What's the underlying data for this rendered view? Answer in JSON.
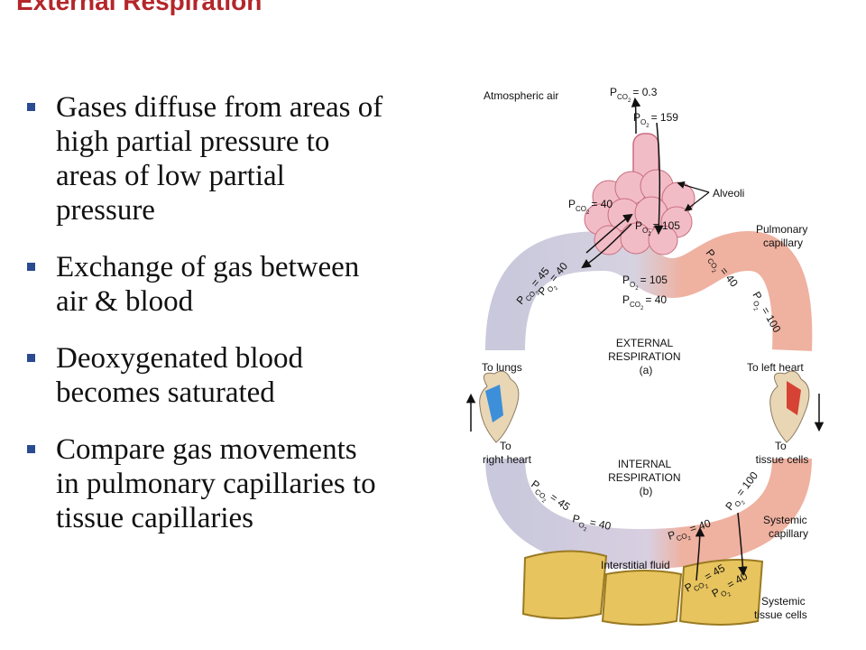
{
  "title": "External Respiration",
  "bullets": [
    {
      "lines": [
        "Gases diffuse from areas of",
        "high partial pressure to",
        "areas of low partial",
        "pressure"
      ]
    },
    {
      "lines": [
        "Exchange of gas between",
        "air & blood"
      ]
    },
    {
      "lines": [
        "Deoxygenated blood",
        "becomes saturated"
      ]
    },
    {
      "lines": [
        "Compare gas movements",
        "in pulmonary capillaries to",
        "tissue capillaries"
      ]
    }
  ],
  "diagram": {
    "atmospheric_air": "Atmospheric air",
    "atm_pco2": "= 0.3",
    "atm_po2": "= 159",
    "alveoli": "Alveoli",
    "alv_pco2": "= 40",
    "alv_po2": "= 105",
    "pulmonary_capillary": [
      "Pulmonary",
      "capillary"
    ],
    "pulm_left_pco2": "= 45",
    "pulm_left_po2": "= 40",
    "pulm_mid_po2": "= 105",
    "pulm_mid_pco2": "= 40",
    "pulm_right_pco2": "= 40",
    "pulm_right_po2": "= 100",
    "external_respiration": [
      "EXTERNAL",
      "RESPIRATION",
      "(a)"
    ],
    "to_lungs": "To lungs",
    "to_left_heart": "To left heart",
    "to_right_heart": [
      "To",
      "right heart"
    ],
    "to_tissue_cells": [
      "To",
      "tissue cells"
    ],
    "internal_respiration": [
      "INTERNAL",
      "RESPIRATION",
      "(b)"
    ],
    "sys_left_pco2": "= 45",
    "sys_left_po2": "= 40",
    "sys_mid_pco2": "= 40",
    "sys_right_po2": "= 100",
    "systemic_capillary": [
      "Systemic",
      "capillary"
    ],
    "interstitial_fluid": "Interstitial fluid",
    "tissue_pco2": "= 45",
    "tissue_po2": "= 40",
    "systemic_tissue_cells": [
      "Systemic",
      "tissue cells"
    ],
    "P": "P",
    "sub_co2": "CO",
    "sub_o2": "O",
    "sub_2": "2",
    "colors": {
      "title": "#b4262a",
      "bullet_marker": "#2a4a92",
      "deoxygenated_vessel": "#c9c8dc",
      "oxygenated_vessel": "#efb1a0",
      "alveoli": "#f2bcc6",
      "tissue_cells": "#e7c45e"
    }
  }
}
